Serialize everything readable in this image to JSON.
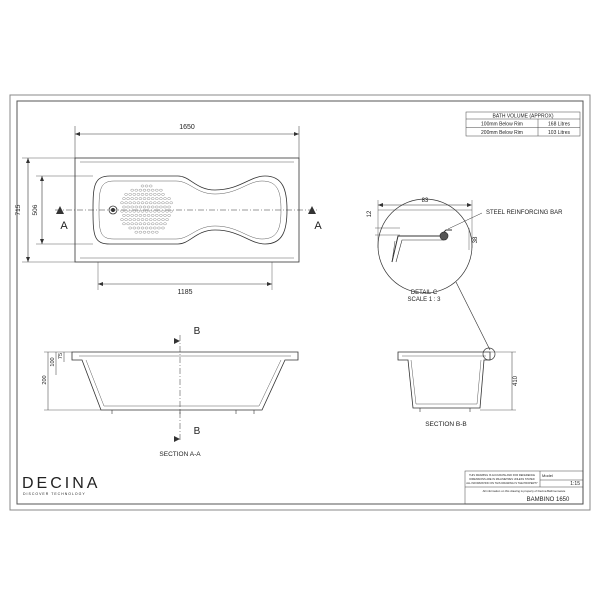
{
  "plan": {
    "length": "1650",
    "width_overall": "715",
    "width_inner": "506",
    "inner_length": "1185",
    "section_marker": "A"
  },
  "volume_table": {
    "title": "BATH VOLUME (APPROX)",
    "rows": [
      {
        "label": "100mm Below Rim",
        "value": "168 Litres"
      },
      {
        "label": "200mm Below Rim",
        "value": "103 Litres"
      }
    ]
  },
  "detail": {
    "dim_83": "83",
    "dim_12": "12",
    "dim_38": "38",
    "callout": "STEEL REINFORCING BAR",
    "title_line1": "DETAIL C",
    "title_line2": "SCALE 1 : 3"
  },
  "section_aa": {
    "marker": "B",
    "dim_200": "200",
    "dim_100": "100",
    "dim_75": "75",
    "label": "SECTION A-A"
  },
  "section_bb": {
    "dim_410": "410",
    "label": "SECTION B-B"
  },
  "brand": {
    "name": "DECINA",
    "tagline": "DISCOVER TECHNOLOGY"
  },
  "title_block": {
    "disclaimer_1": "THIS DRAWING IS ACCURATE AND FOR REFERENCE",
    "disclaimer_2": "DIMENSIONS ARE IN MILLIMETRES UNLESS STATED",
    "disclaimer_3": "ALL INFORMATION ON THIS DRAWING IS THE PROPERTY",
    "notice": "All information on this drawing is property of Decina Bathroomware",
    "model_label": "Model",
    "product": "BAMBINO 1650",
    "scale": "1:15"
  }
}
